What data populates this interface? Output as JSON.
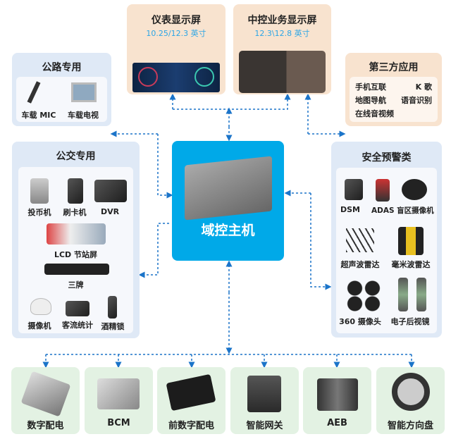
{
  "cluster": {
    "title": "仪表显示屏",
    "size": "10.25/12.3 英寸"
  },
  "center_display": {
    "title": "中控业务显示屏",
    "size": "12.3\\12.8 英寸"
  },
  "highway": {
    "title": "公路专用",
    "items": [
      "车载 MIC",
      "车载电视"
    ]
  },
  "third_party": {
    "title": "第三方应用",
    "items": [
      "手机互联",
      "K 歌",
      "地图导航",
      "语音识别",
      "在线音视频"
    ]
  },
  "bus": {
    "title": "公交专用",
    "items": [
      "投币机",
      "刷卡机",
      "DVR",
      "LCD 节站屏",
      "三牌",
      "摄像机",
      "客流统计",
      "酒精锁"
    ]
  },
  "host": {
    "title": "域控主机"
  },
  "safety": {
    "title": "安全预警类",
    "items": [
      "DSM",
      "ADAS 盲区摄像机",
      "超声波雷达",
      "毫米波雷达",
      "360 摄像头",
      "电子后视镜"
    ]
  },
  "bottom": {
    "items": [
      "数字配电",
      "BCM",
      "前数字配电",
      "智能网关",
      "AEB",
      "智能方向盘"
    ]
  },
  "colors": {
    "accent": "#00a9e8",
    "line": "#1b74c9"
  }
}
